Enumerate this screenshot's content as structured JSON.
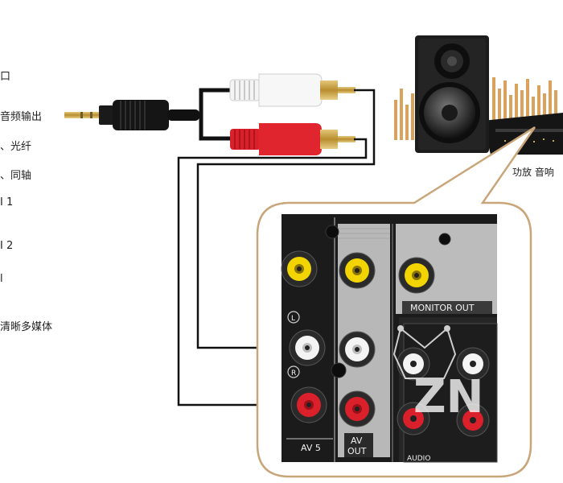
{
  "left_labels": [
    {
      "text": "口"
    },
    {
      "text": "音频输出"
    },
    {
      "text": "、光纤"
    },
    {
      "text": "、同轴"
    },
    {
      "text": "I 1"
    },
    {
      "text": "I 2"
    },
    {
      "text": "l"
    },
    {
      "text": "清晰多媒体"
    }
  ],
  "speaker_caption": "功放 音响",
  "panel": {
    "monitor_out": "MONITOR OUT",
    "av5": "AV 5",
    "av_out_1": "AV",
    "av_out_2": "OUT",
    "audio": "AUDIO",
    "left_marker": "L",
    "right_marker": "R",
    "watermark": "ZN"
  },
  "colors": {
    "cable": "#111111",
    "rca_red": "#d9202b",
    "rca_white": "#f4f4f4",
    "rca_yellow": "#f2d400",
    "gold": "#c9a244",
    "callout_border": "#c9a57a",
    "panel_dark": "#1b1b1b",
    "panel_gray": "#b9b9b9"
  }
}
